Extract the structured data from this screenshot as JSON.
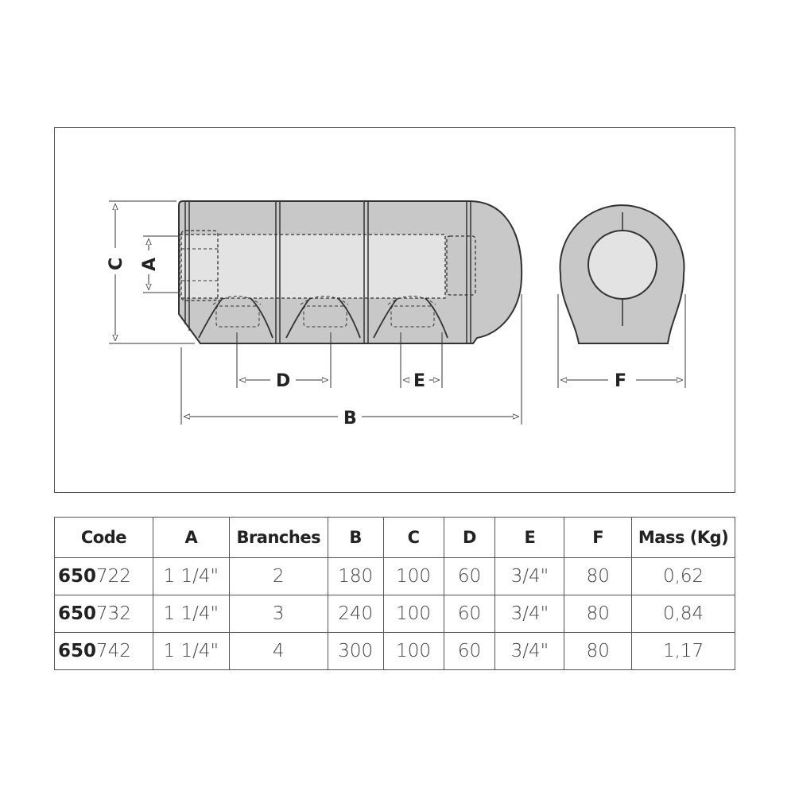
{
  "drawing": {
    "dimension_labels": {
      "A": "A",
      "B": "B",
      "C": "C",
      "D": "D",
      "E": "E",
      "F": "F"
    }
  },
  "table": {
    "headers": [
      "Code",
      "A",
      "Branches",
      "B",
      "C",
      "D",
      "E",
      "F",
      "Mass (Kg)"
    ],
    "rows": [
      {
        "code_prefix": "650",
        "code_suffix": "722",
        "A": "1 1/4\"",
        "branches": "2",
        "B": "180",
        "C": "100",
        "D": "60",
        "E": "3/4\"",
        "F": "80",
        "mass": "0,62"
      },
      {
        "code_prefix": "650",
        "code_suffix": "732",
        "A": "1 1/4\"",
        "branches": "3",
        "B": "240",
        "C": "100",
        "D": "60",
        "E": "3/4\"",
        "F": "80",
        "mass": "0,84"
      },
      {
        "code_prefix": "650",
        "code_suffix": "742",
        "A": "1 1/4\"",
        "branches": "4",
        "B": "300",
        "C": "100",
        "D": "60",
        "E": "3/4\"",
        "F": "80",
        "mass": "1,17"
      }
    ]
  },
  "colors": {
    "body": "#c9c9c9",
    "inner": "#e4e4e4",
    "line": "#333333"
  }
}
